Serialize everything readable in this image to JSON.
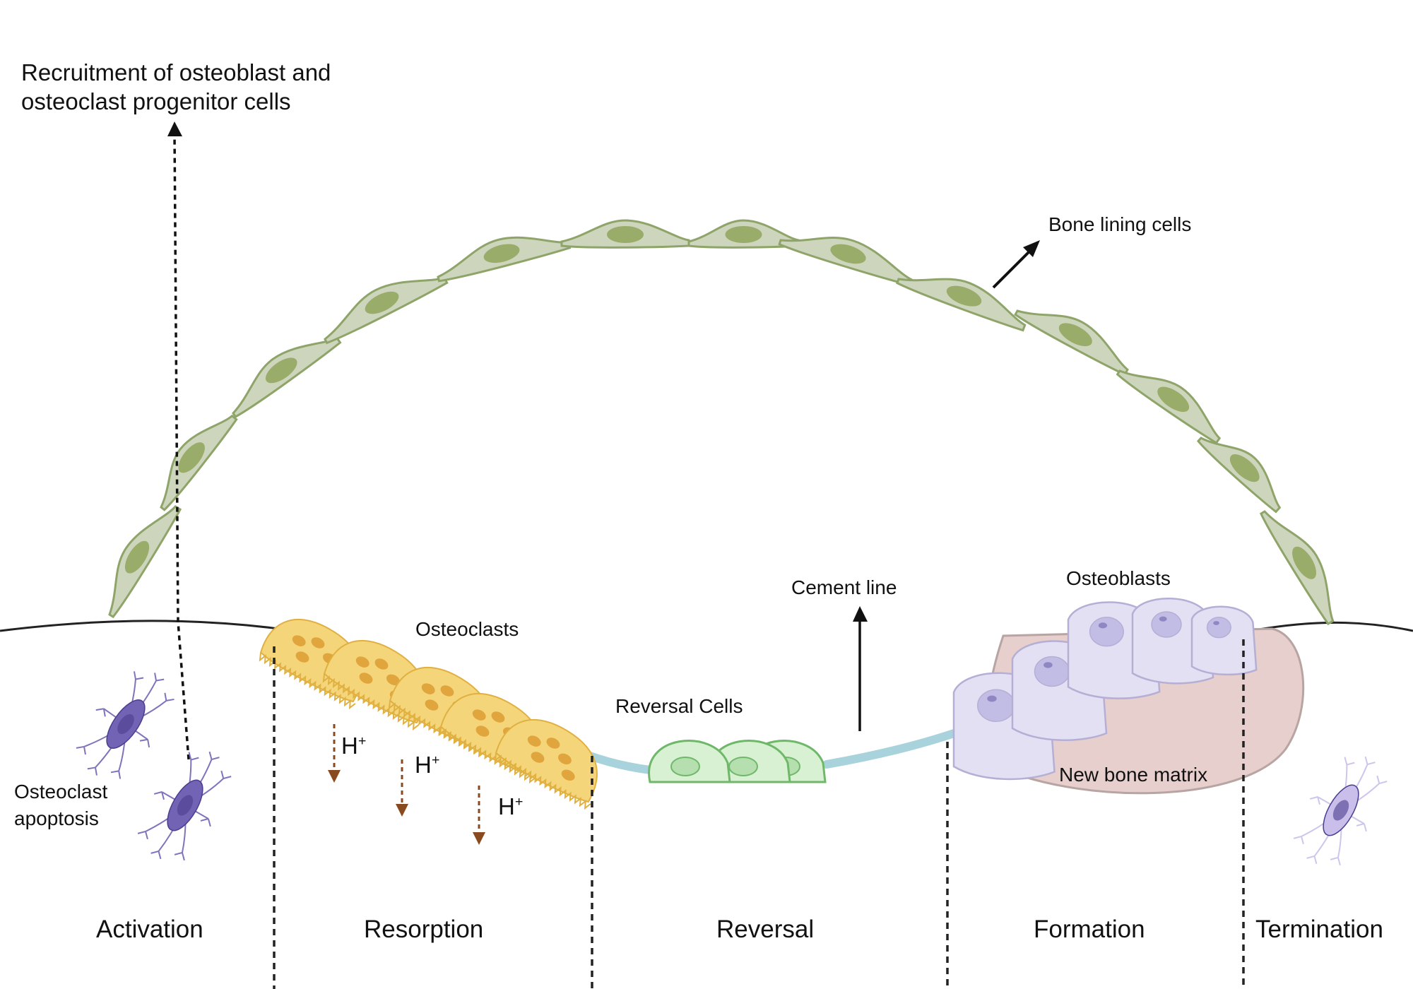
{
  "labels": {
    "recruitment": "Recruitment of osteoblast and osteoclast progenitor cells",
    "bone_lining_cells": "Bone lining cells",
    "osteoclasts": "Osteoclasts",
    "osteoblasts": "Osteoblasts",
    "cement_line": "Cement line",
    "reversal_cells": "Reversal Cells",
    "new_bone_matrix": "New bone matrix",
    "osteoclast_apoptosis": "Osteoclast apoptosis",
    "proton": "H",
    "proton_charge": "+"
  },
  "phases": [
    "Activation",
    "Resorption",
    "Reversal",
    "Formation",
    "Termination"
  ],
  "colors": {
    "lining_cell_fill": "#cdd6bd",
    "lining_cell_stroke": "#8fa468",
    "lining_nucleus": "#9aac6a",
    "osteoclast_fill": "#f5d57a",
    "osteoclast_stroke": "#e0b040",
    "osteoclast_nucleus": "#e0a53c",
    "reversal_cell_fill": "#d8f1d3",
    "reversal_cell_stroke": "#6fb86a",
    "cement_line": "#a9d3dc",
    "osteoblast_fill": "#e3e0f3",
    "osteoblast_stroke": "#b5afd6",
    "osteoblast_nucleus": "#c2bde4",
    "new_bone_matrix": "#e6cfcc",
    "apoptotic_osteoclast": "#7363b5",
    "termination_cell": "#c9bfea",
    "proton_arrow": "#8a4a20"
  }
}
